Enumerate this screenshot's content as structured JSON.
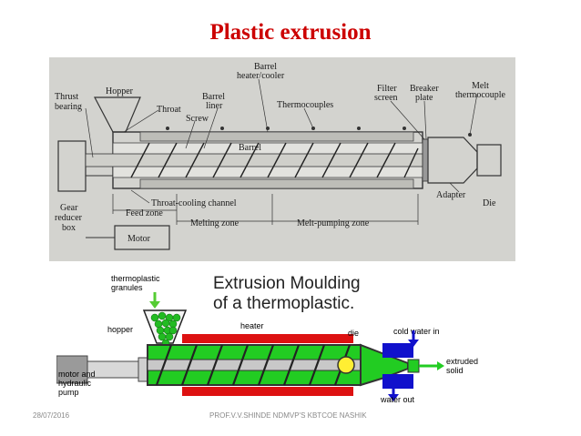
{
  "slide": {
    "title": "Plastic extrusion",
    "footer_date": "28/07/2016",
    "footer_author": "PROF.V.V.SHINDE NDMVP'S KBTCOE NASHIK"
  },
  "figure1": {
    "labels": {
      "thrust_bearing_1": "Thrust",
      "thrust_bearing_2": "bearing",
      "hopper": "Hopper",
      "throat": "Throat",
      "barrel_liner_1": "Barrel",
      "barrel_liner_2": "liner",
      "screw": "Screw",
      "barrel_heater_1": "Barrel",
      "barrel_heater_2": "heater/cooler",
      "thermocouples": "Thermocouples",
      "barrel": "Barrel",
      "filter_screen_1": "Filter",
      "filter_screen_2": "screen",
      "breaker_plate_1": "Breaker",
      "breaker_plate_2": "plate",
      "melt_thermocouple_1": "Melt",
      "melt_thermocouple_2": "thermocouple",
      "gear_reducer_1": "Gear",
      "gear_reducer_2": "reducer",
      "gear_reducer_3": "box",
      "throat_cooling": "Throat-cooling channel",
      "feed_zone": "Feed zone",
      "melting_zone": "Melting zone",
      "melt_pumping_zone": "Melt-pumping zone",
      "adapter": "Adapter",
      "die": "Die",
      "motor": "Motor"
    }
  },
  "figure2": {
    "title_line1": "Extrusion Moulding",
    "title_line2": "of a thermoplastic.",
    "labels": {
      "granules_1": "thermoplastic",
      "granules_2": "granules",
      "hopper": "hopper",
      "heater": "heater",
      "die": "die",
      "cold_water_in": "cold water in",
      "water_out": "water out",
      "extruded_1": "extruded",
      "extruded_2": "solid",
      "motor_1": "motor and",
      "motor_2": "hydraulic",
      "motor_3": "pump"
    },
    "colors": {
      "melt": "#22cc22",
      "heater": "#dd1111",
      "cooling": "#1111cc",
      "arrows": "#55cc33",
      "granule": "#22bb22"
    }
  }
}
